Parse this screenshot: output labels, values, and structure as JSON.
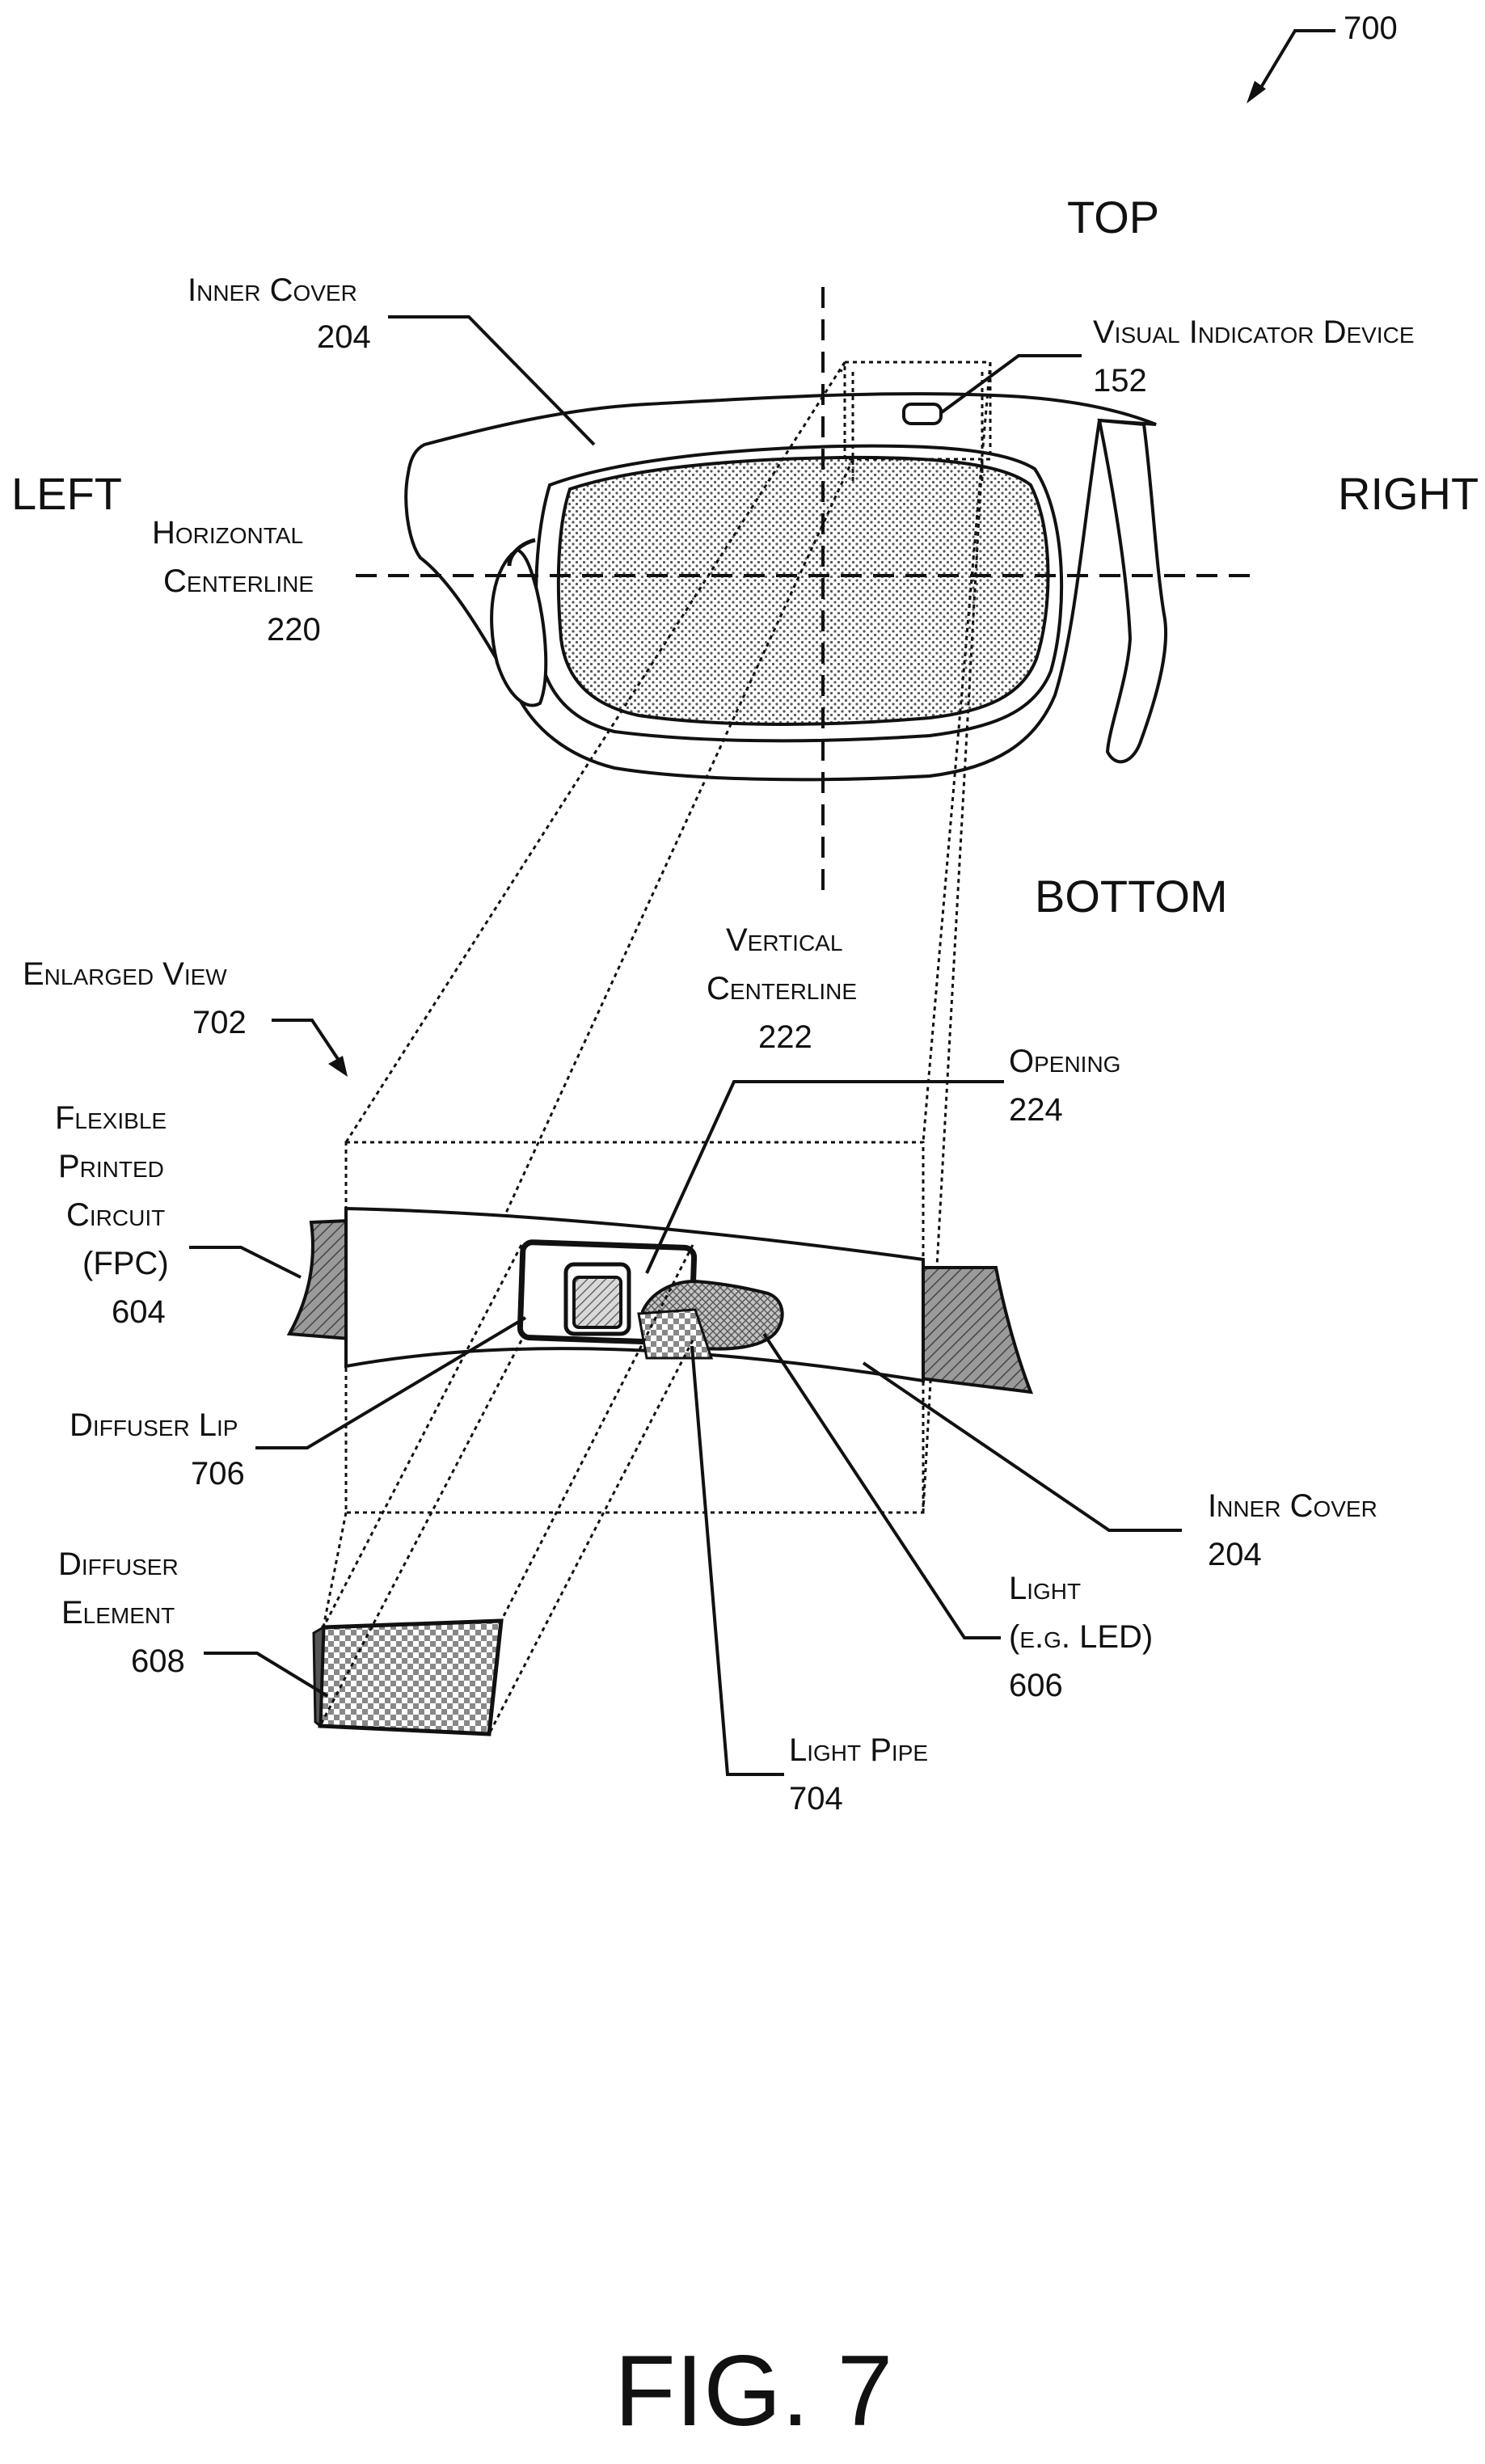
{
  "figure": {
    "number": "700",
    "caption": "FIG. 7"
  },
  "orientation": {
    "top": "TOP",
    "bottom": "BOTTOM",
    "left": "LEFT",
    "right": "RIGHT"
  },
  "labels": {
    "inner_cover_top": {
      "name": "Inner Cover",
      "ref": "204"
    },
    "visual_indicator": {
      "name": "Visual Indicator Device",
      "ref": "152"
    },
    "horizontal_centerline": {
      "line1": "Horizontal",
      "line2": "Centerline",
      "ref": "220"
    },
    "vertical_centerline": {
      "line1": "Vertical",
      "line2": "Centerline",
      "ref": "222"
    },
    "enlarged_view": {
      "name": "Enlarged View",
      "ref": "702"
    },
    "opening": {
      "name": "Opening",
      "ref": "224"
    },
    "fpc": {
      "line1": "Flexible",
      "line2": "Printed",
      "line3": "Circuit",
      "line4": "(FPC)",
      "ref": "604"
    },
    "diffuser_lip": {
      "name": "Diffuser Lip",
      "ref": "706"
    },
    "inner_cover_bottom": {
      "name": "Inner Cover",
      "ref": "204"
    },
    "diffuser_element": {
      "line1": "Diffuser",
      "line2": "Element",
      "ref": "608"
    },
    "light": {
      "line1": "Light",
      "line2": "(e.g. LED)",
      "ref": "606"
    },
    "light_pipe": {
      "name": "Light Pipe",
      "ref": "704"
    }
  },
  "colors": {
    "ink": "#111111",
    "lens_fill": "#d6d6d6",
    "fpc_fill": "#8a8a8a",
    "diffuser_fill": "#a9a9a9"
  }
}
